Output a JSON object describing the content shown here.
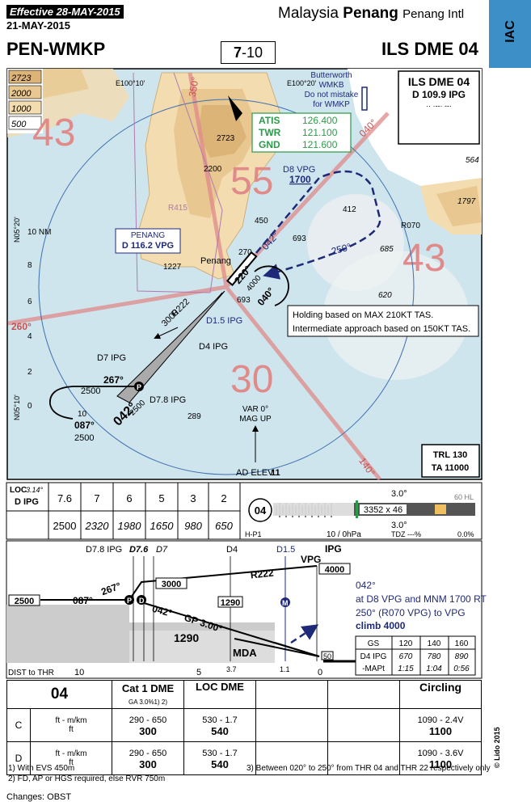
{
  "header": {
    "effective": "Effective 28-MAY-2015",
    "issue_date": "21-MAY-2015",
    "code": "PEN-WMKP",
    "location_prefix": "Malaysia",
    "location_city": "Penang",
    "location_airport": "Penang Intl",
    "page_main": "7",
    "page_sub": "-10",
    "procedure": "ILS DME 04",
    "tab": "IAC"
  },
  "plan": {
    "ident_title": "ILS DME 04",
    "ident_freq": "D 109.9 IPG",
    "ident_morse": "·· ·--· --·",
    "comms": [
      {
        "label": "ATIS",
        "freq": "126.400"
      },
      {
        "label": "TWR",
        "freq": "121.100"
      },
      {
        "label": "GND",
        "freq": "121.600"
      }
    ],
    "legend": [
      "2723",
      "2000",
      "1000",
      "500"
    ],
    "msa": [
      "43",
      "55",
      "43",
      "30"
    ],
    "butterworth": [
      "Butterworth",
      "WMKB",
      "Do not mistake",
      "for WMKP"
    ],
    "lon_labels": [
      "E100°10'",
      "E100°20'"
    ],
    "lat_labels": [
      "N05°20'",
      "N05°10'"
    ],
    "nm_label": "10 NM",
    "nm_ticks": [
      "8",
      "6",
      "4",
      "2",
      "0"
    ],
    "elevations": [
      "2723",
      "2200",
      "450",
      "412",
      "270",
      "693",
      "693",
      "1227",
      "289",
      "564",
      "1797",
      "685",
      "620"
    ],
    "bearings": [
      "350°",
      "040°",
      "260°",
      "140°"
    ],
    "restricted": "R415",
    "city": "Penang",
    "vor_box": [
      "PENANG",
      "D 116.2 VPG"
    ],
    "holding_note": [
      "Holding based on MAX 210KT TAS.",
      "Intermediate approach based on 150KT TAS."
    ],
    "d8_label": "D8 VPG",
    "alt_1700": "1700",
    "crs_042": "042°",
    "crs_250": "250°",
    "r070": "R070",
    "crs_220": "220°",
    "crs_040": "040°",
    "alt_4000": "4000",
    "r222": "R222",
    "alt_3000": "3000",
    "d15": "D1.5 IPG",
    "d4": "D4 IPG",
    "d7": "D7 IPG",
    "d78": "D7.8 IPG",
    "crs_267": "267°",
    "crs_087": "087°",
    "alt_2500": "2500",
    "dist_10": "10",
    "var": [
      "VAR 0°",
      "MAG UP"
    ],
    "trl": [
      "TRL 130",
      "TA 11000"
    ],
    "ad_elev": "AD ELEV",
    "ad_elev_val": "11"
  },
  "dme_table": {
    "loc_label": "LOC",
    "loc_angle": "3.14°",
    "fix_label": "D IPG",
    "distances": [
      "7.6",
      "7",
      "6",
      "5",
      "3",
      "2"
    ],
    "altitudes": [
      "2500",
      "2320",
      "1980",
      "1650",
      "980",
      "650"
    ]
  },
  "runway": {
    "rwy": "04",
    "dims": "3352 x 46",
    "hl": "60 HL",
    "papi_top": "3.0°",
    "papi_bot": "3.0°",
    "lighting": "H-P1",
    "hp": "10 / 0hPa",
    "tdz": "TDZ ---%",
    "slope": "0.0%"
  },
  "profile": {
    "top_labels": [
      "D7.8 IPG",
      "D7.6",
      "D7",
      "D4",
      "D1.5",
      "VPG",
      "IPG"
    ],
    "alt_2500": "2500",
    "alt_3000": "3000",
    "alt_4000": "4000",
    "alt_1290a": "1290",
    "alt_1290b": "1290",
    "crs_087": "087°",
    "crs_267": "267°",
    "crs_042": "042°",
    "r222": "R222",
    "gp": "GP 3.00°",
    "mda": "MDA",
    "th50": "50",
    "missed": [
      "042°",
      "at D8 VPG and MNM 1700 RT",
      "250° (R070 VPG) to VPG",
      "climb 4000"
    ],
    "dist_label": "DIST to THR",
    "dist_ticks": [
      "10",
      "5",
      "3.7",
      "1.1",
      "0"
    ],
    "gs_table": {
      "headers": [
        "GS",
        "120",
        "140",
        "160"
      ],
      "rows": [
        [
          "D4 IPG",
          "670",
          "780",
          "890"
        ],
        [
          "-MAPt",
          "1:15",
          "1:04",
          "0:56"
        ]
      ]
    }
  },
  "minima": {
    "rwy": "04",
    "col1": "Cat 1 DME",
    "col1_sub": "GA 3.0%1) 2)",
    "col2": "LOC DME",
    "col5": "Circling",
    "rows": [
      {
        "cat": "C",
        "unit1": "ft - m/km",
        "unit2": "ft",
        "c1a": "290 - 650",
        "c1b": "300",
        "c2a": "530 - 1.7",
        "c2b": "540",
        "c5a": "1090 - 2.4V",
        "c5b": "1100"
      },
      {
        "cat": "D",
        "unit1": "ft - m/km",
        "unit2": "ft",
        "c1a": "290 - 650",
        "c1b": "300",
        "c2a": "530 - 1.7",
        "c2b": "540",
        "c5a": "1090 - 3.6V",
        "c5b": "1100"
      }
    ],
    "foot1": "1) With EVS 450m",
    "foot2": "2) FD, AP or HGS required, else RVR 750m",
    "foot3": "3) Between 020° to 250° from THR 04 and THR 22 respectively only"
  },
  "changes": "Changes: OBST",
  "copyright": "© Lido 2015"
}
